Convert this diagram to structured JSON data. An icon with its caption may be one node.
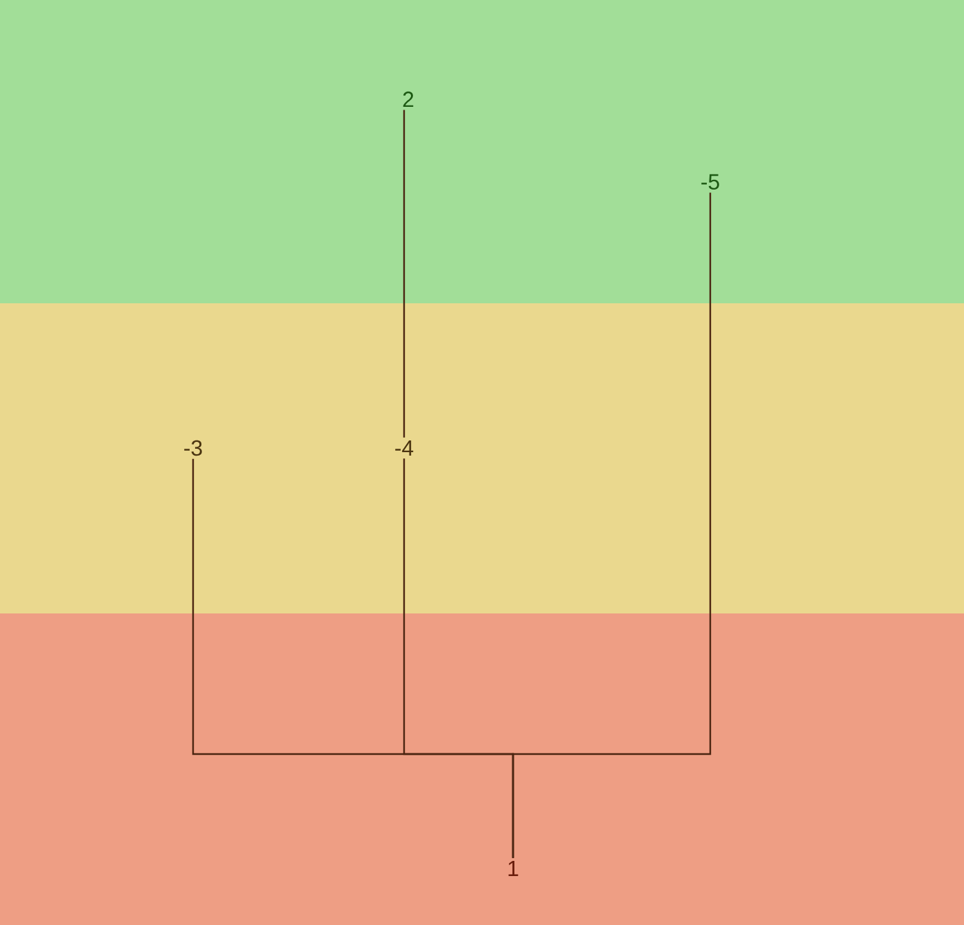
{
  "diagram": {
    "nodes": [
      {
        "text": [
          "2"
        ]
      },
      {
        "text": [
          "-5"
        ]
      },
      {
        "text": [
          "-3"
        ]
      },
      {
        "text": [
          "-4"
        ]
      },
      {
        "text": [
          "1"
        ]
      }
    ],
    "edges": [
      {
        "from": 4,
        "to": 2,
        "arrow": "none"
      },
      {
        "from": 4,
        "to": 3,
        "arrow": "none"
      },
      {
        "from": 4,
        "to": 1,
        "arrow": "none"
      },
      {
        "from": 3,
        "to": 0,
        "arrow": "none"
      }
    ]
  }
}
